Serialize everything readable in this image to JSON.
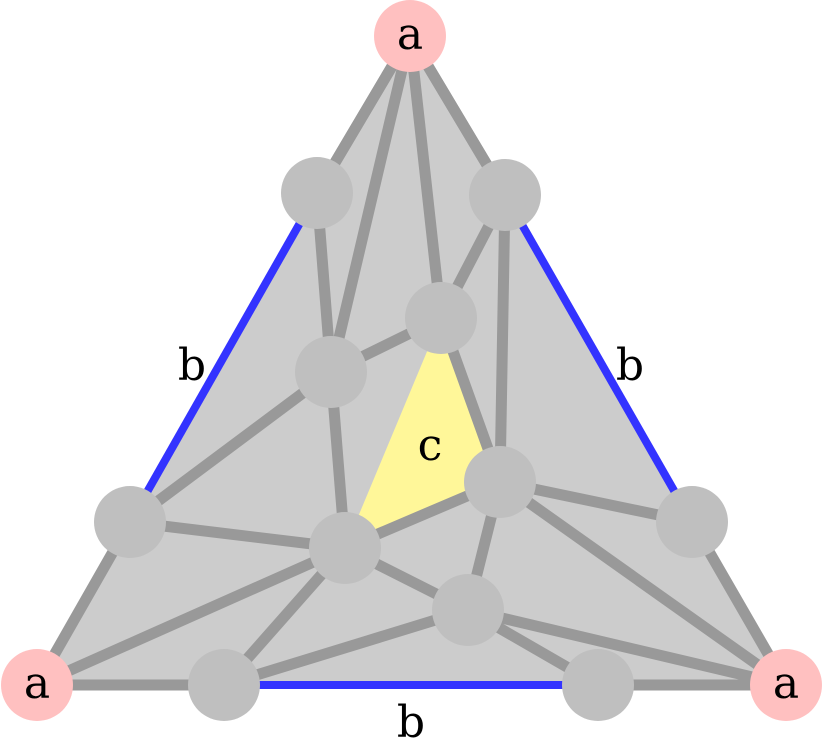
{
  "diagram": {
    "corner_label": "a",
    "side_label": "b",
    "face_label": "c",
    "colors": {
      "background": "#ffffff",
      "triangle_fill": "#cccccc",
      "edge": "#999999",
      "node": "#bfbfbf",
      "corner_node": "#ffc0c0",
      "boundary_edge": "#3333ff",
      "highlight_face": "#fff799",
      "text": "#000000"
    }
  }
}
